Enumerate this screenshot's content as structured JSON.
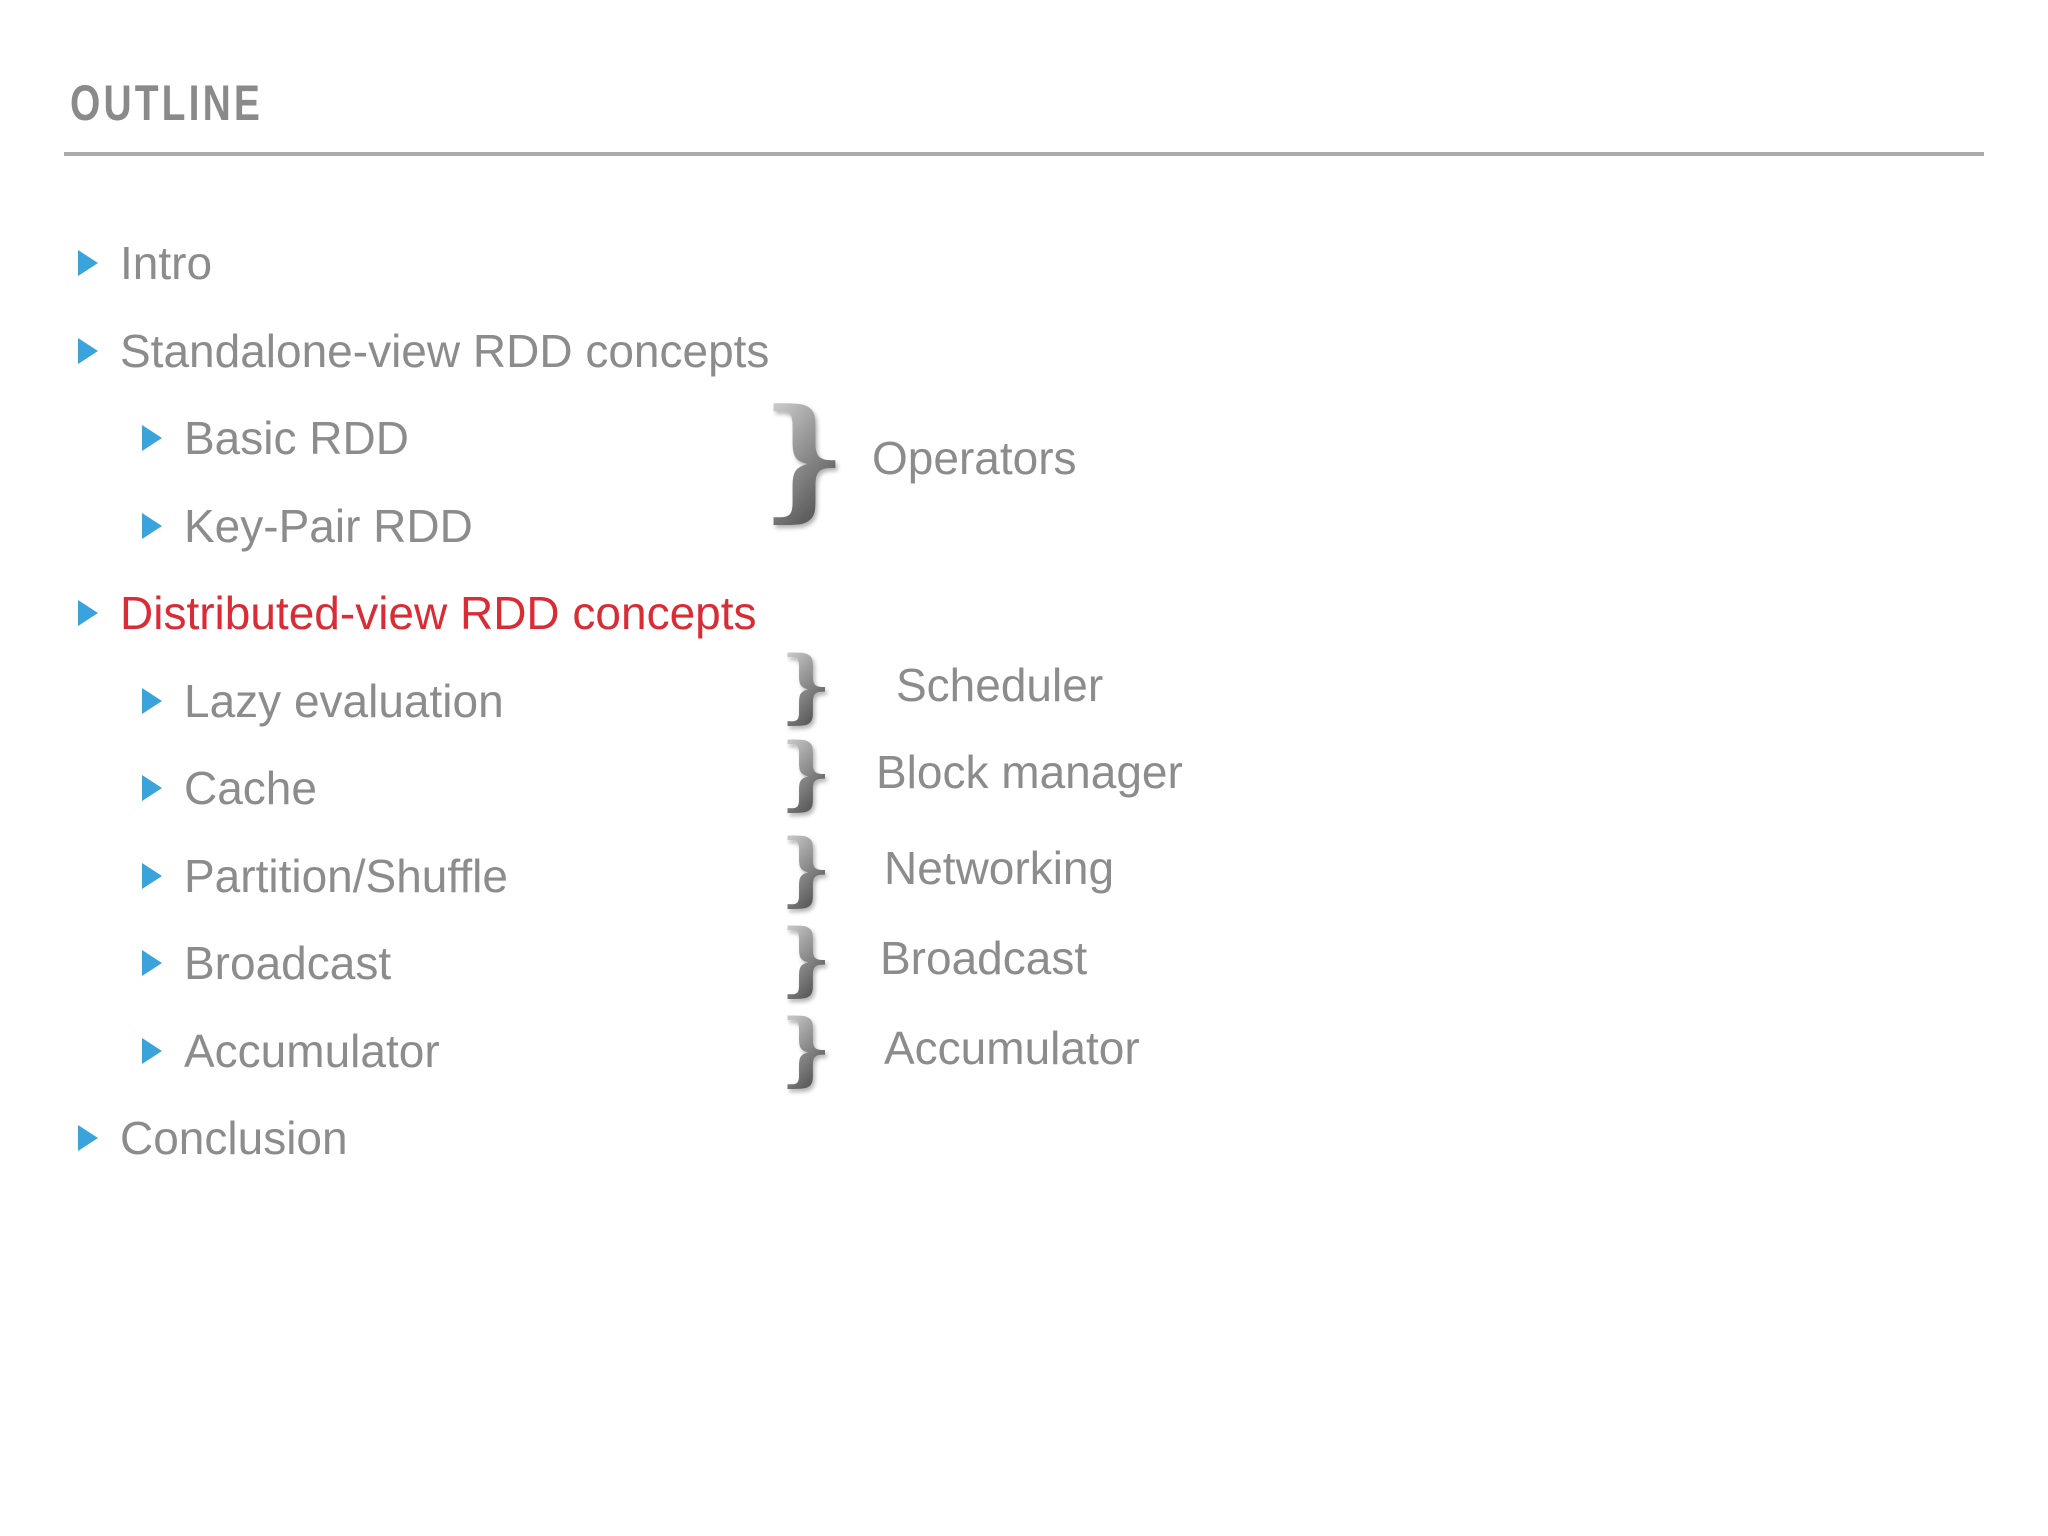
{
  "title": "OUTLINE",
  "colors": {
    "title_gray": "#8a8a8a",
    "rule_gray": "#ababab",
    "text_gray": "#8c8c8c",
    "highlight_red": "#d92c35",
    "bullet_blue": "#3aa3dc",
    "brace_light": "#e6e6e6",
    "brace_mid": "#a0a0a0",
    "brace_dark": "#4e4e4e"
  },
  "outline": {
    "items": [
      {
        "label": "Intro",
        "level": 1,
        "highlight": false
      },
      {
        "label": "Standalone-view RDD concepts",
        "level": 1,
        "highlight": false
      },
      {
        "label": "Basic RDD",
        "level": 2,
        "highlight": false
      },
      {
        "label": "Key-Pair RDD",
        "level": 2,
        "highlight": false
      },
      {
        "label": "Distributed-view RDD concepts",
        "level": 1,
        "highlight": true
      },
      {
        "label": "Lazy evaluation",
        "level": 2,
        "highlight": false
      },
      {
        "label": "Cache",
        "level": 2,
        "highlight": false
      },
      {
        "label": "Partition/Shuffle",
        "level": 2,
        "highlight": false
      },
      {
        "label": "Broadcast",
        "level": 2,
        "highlight": false
      },
      {
        "label": "Accumulator",
        "level": 2,
        "highlight": false
      },
      {
        "label": "Conclusion",
        "level": 1,
        "highlight": false
      }
    ]
  },
  "annotations": {
    "brace_glyph": "}",
    "items": [
      {
        "label": "Operators",
        "size": "large"
      },
      {
        "label": "Scheduler",
        "size": "small"
      },
      {
        "label": "Block manager",
        "size": "small"
      },
      {
        "label": "Networking",
        "size": "small"
      },
      {
        "label": "Broadcast",
        "size": "small"
      },
      {
        "label": "Accumulator",
        "size": "small"
      }
    ]
  }
}
